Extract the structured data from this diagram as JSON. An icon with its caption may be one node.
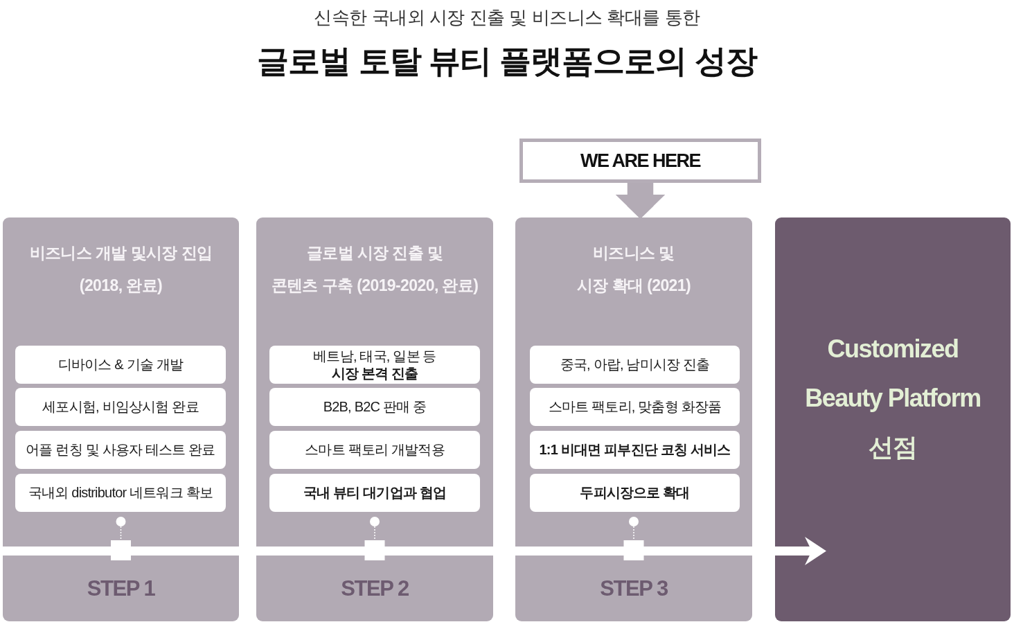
{
  "diagram": {
    "title": "글로벌 토탈 뷰티 플랫폼으로의 성장",
    "nodes": [
      {
        "text": [
          "WE ARE HERE"
        ]
      },
      {
        "text": [
          "비즈니스 개발 및시장 진입 (2018, 완료)",
          "STEP 1"
        ]
      },
      {
        "text": [
          "디바이스 & 기술 개발"
        ],
        "in": 1
      },
      {
        "text": [
          "세포시험, 비임상시험 완료"
        ],
        "in": 1
      },
      {
        "text": [
          "어플 런칭 및 사용자 테스트 완료"
        ],
        "in": 1
      },
      {
        "text": [
          "국내외 distributor 네트워크 확보"
        ],
        "in": 1
      },
      {
        "text": [
          "글로벌 시장 진출 및 콘텐츠 구축 (2019-2020, 완료)",
          "STEP 2"
        ]
      },
      {
        "text": [
          "베트남, 태국, 일본 등 **시장 본격 진출**"
        ],
        "in": 6
      },
      {
        "text": [
          "B2B, B2C 판매 중"
        ],
        "in": 6
      },
      {
        "text": [
          "스마트 팩토리 개발적용"
        ],
        "in": 6
      },
      {
        "text": [
          "국내 뷰티 대기업과 협업"
        ],
        "in": 6
      },
      {
        "text": [
          "비즈니스 및 시장 확대 (2021)",
          "STEP 3"
        ]
      },
      {
        "text": [
          "중국, 아랍, 남미시장 진출"
        ],
        "in": 11
      },
      {
        "text": [
          "스마트 팩토리, 맞춤형 화장품"
        ],
        "in": 11
      },
      {
        "text": [
          "1:1 비대면 피부진단 코칭 서비스"
        ],
        "in": 11
      },
      {
        "text": [
          "두피시장으로 확대"
        ],
        "in": 11
      },
      {
        "text": [
          "Customized Beauty Platform 선점"
        ]
      }
    ],
    "edges": [
      {
        "from": 0,
        "to": 11,
        "arrow": "to"
      }
    ],
    "labels": [
      "신속한 국내외 시장 진출 및 비즈니스 확대를 통한"
    ]
  }
}
